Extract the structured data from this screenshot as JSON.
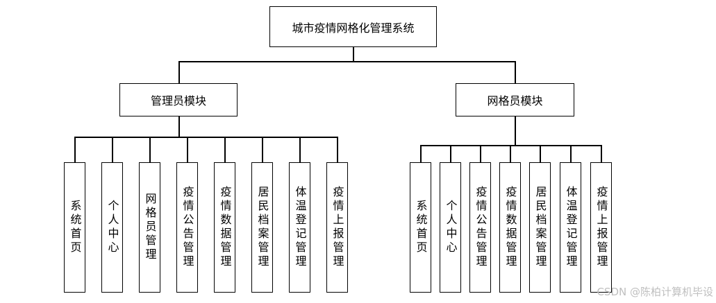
{
  "root": {
    "label": "城市疫情网格化管理系统"
  },
  "admin_module": {
    "label": "管理员模块",
    "children": [
      "系统首页",
      "个人中心",
      "网格员管理",
      "疫情公告管理",
      "疫情数据管理",
      "居民档案管理",
      "体温登记管理",
      "疫情上报管理"
    ]
  },
  "grid_module": {
    "label": "网格员模块",
    "children": [
      "系统首页",
      "个人中心",
      "疫情公告管理",
      "疫情数据管理",
      "居民档案管理",
      "体温登记管理",
      "疫情上报管理"
    ]
  },
  "watermark": "CSDN @陈柏计算机毕设"
}
